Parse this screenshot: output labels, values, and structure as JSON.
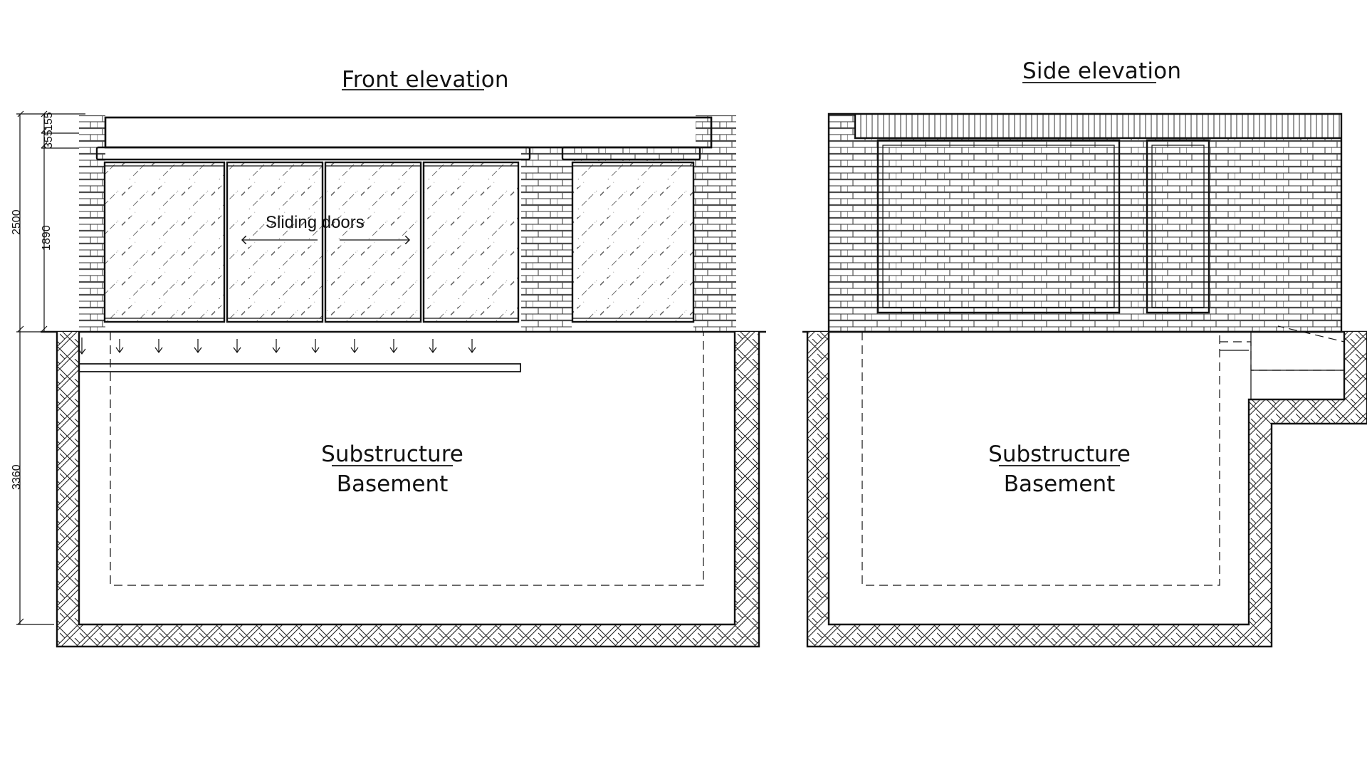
{
  "front_elevation": {
    "title": "Front elevation",
    "door_label": "Sliding doors",
    "substructure_label": "Substructure",
    "basement_label": "Basement",
    "dimensions": [
      "155",
      "355",
      "1890",
      "2500",
      "3360"
    ]
  },
  "side_elevation": {
    "title": "Side elevation",
    "substructure_label": "Substructure",
    "basement_label": "Basement"
  }
}
